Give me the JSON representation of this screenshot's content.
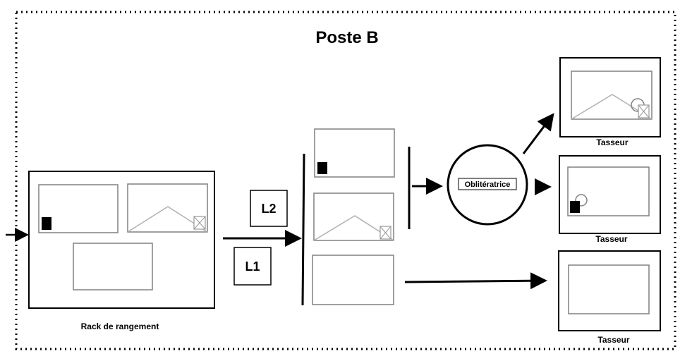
{
  "title": "Poste B",
  "labels": {
    "rack": "Rack de rangement",
    "l1": "L1",
    "l2": "L2",
    "oblit": "Oblitératrice",
    "tasseur_1": "Tasseur",
    "tasseur_2": "Tasseur",
    "tasseur_3": "Tasseur"
  },
  "colors": {
    "stroke": "#000000",
    "inner_stroke": "#808080",
    "light_stroke": "#b0b0b0",
    "fill": "#ffffff"
  }
}
